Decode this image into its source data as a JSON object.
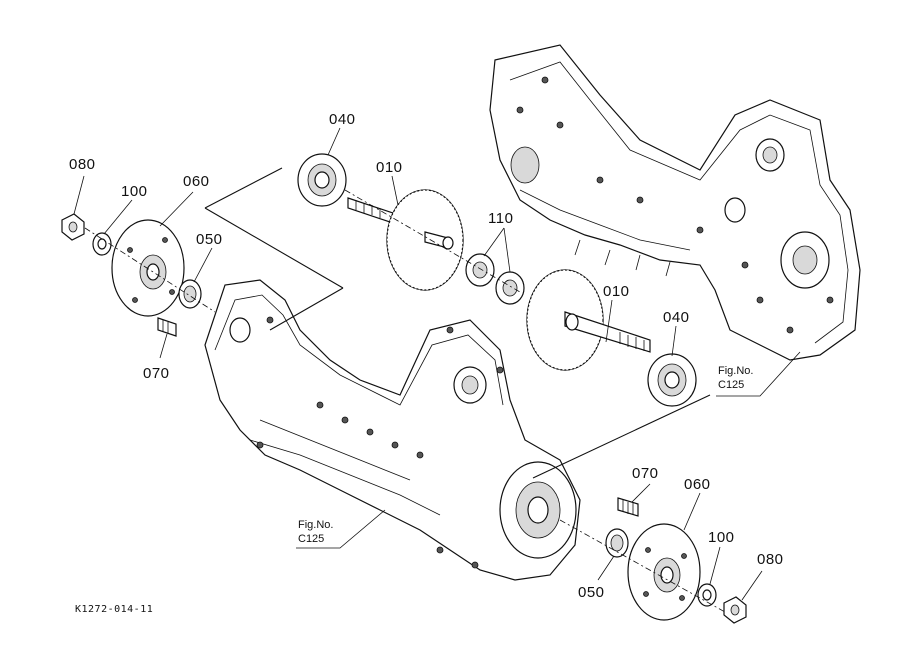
{
  "labels": {
    "p010_upper": "010",
    "p010_lower": "010",
    "p040_upper": "040",
    "p040_lower": "040",
    "p050_left": "050",
    "p050_right": "050",
    "p060_left": "060",
    "p060_right": "060",
    "p070_left": "070",
    "p070_right": "070",
    "p080_left": "080",
    "p080_right": "080",
    "p100_left": "100",
    "p100_right": "100",
    "p110": "110"
  },
  "figure_refs": {
    "right": {
      "line1": "Fig.No.",
      "line2": "C125"
    },
    "bottom": {
      "line1": "Fig.No.",
      "line2": "C125"
    }
  },
  "document_id": "K1272-014-11"
}
